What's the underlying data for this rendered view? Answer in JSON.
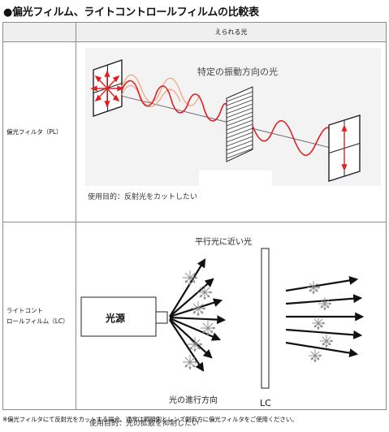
{
  "title": "●偏光フィルム、ライトコントロールフィルムの比較表",
  "table": {
    "header": {
      "right": "えられる光"
    },
    "rows": [
      {
        "label": "偏光フィルタ（PL）",
        "illustration": {
          "caption": "特定の振動方向の光"
        },
        "purpose": "使用目的：反射光をカットしたい"
      },
      {
        "label_line1": "ライトコント",
        "label_line2": "ロールフィルム（LC）",
        "illustration": {
          "top_caption": "平行光に近い光",
          "source_label": "光源",
          "direction_label": "光の進行方向",
          "film_label": "LC"
        },
        "purpose": "使用目的：光の拡散を抑制したい"
      }
    ]
  },
  "footnote": "※偏光フィルタにて反射光をカットする場合、通常は照明側とレンズ側両方に偏光フィルタをご使用ください。",
  "colors": {
    "wave": "#e02020",
    "wave_faint": "#f0a080",
    "arrow": "#111111",
    "scatter": "#8a8a8a",
    "header_bg": "#efefef",
    "illus_bg": "#f3f3f3"
  }
}
